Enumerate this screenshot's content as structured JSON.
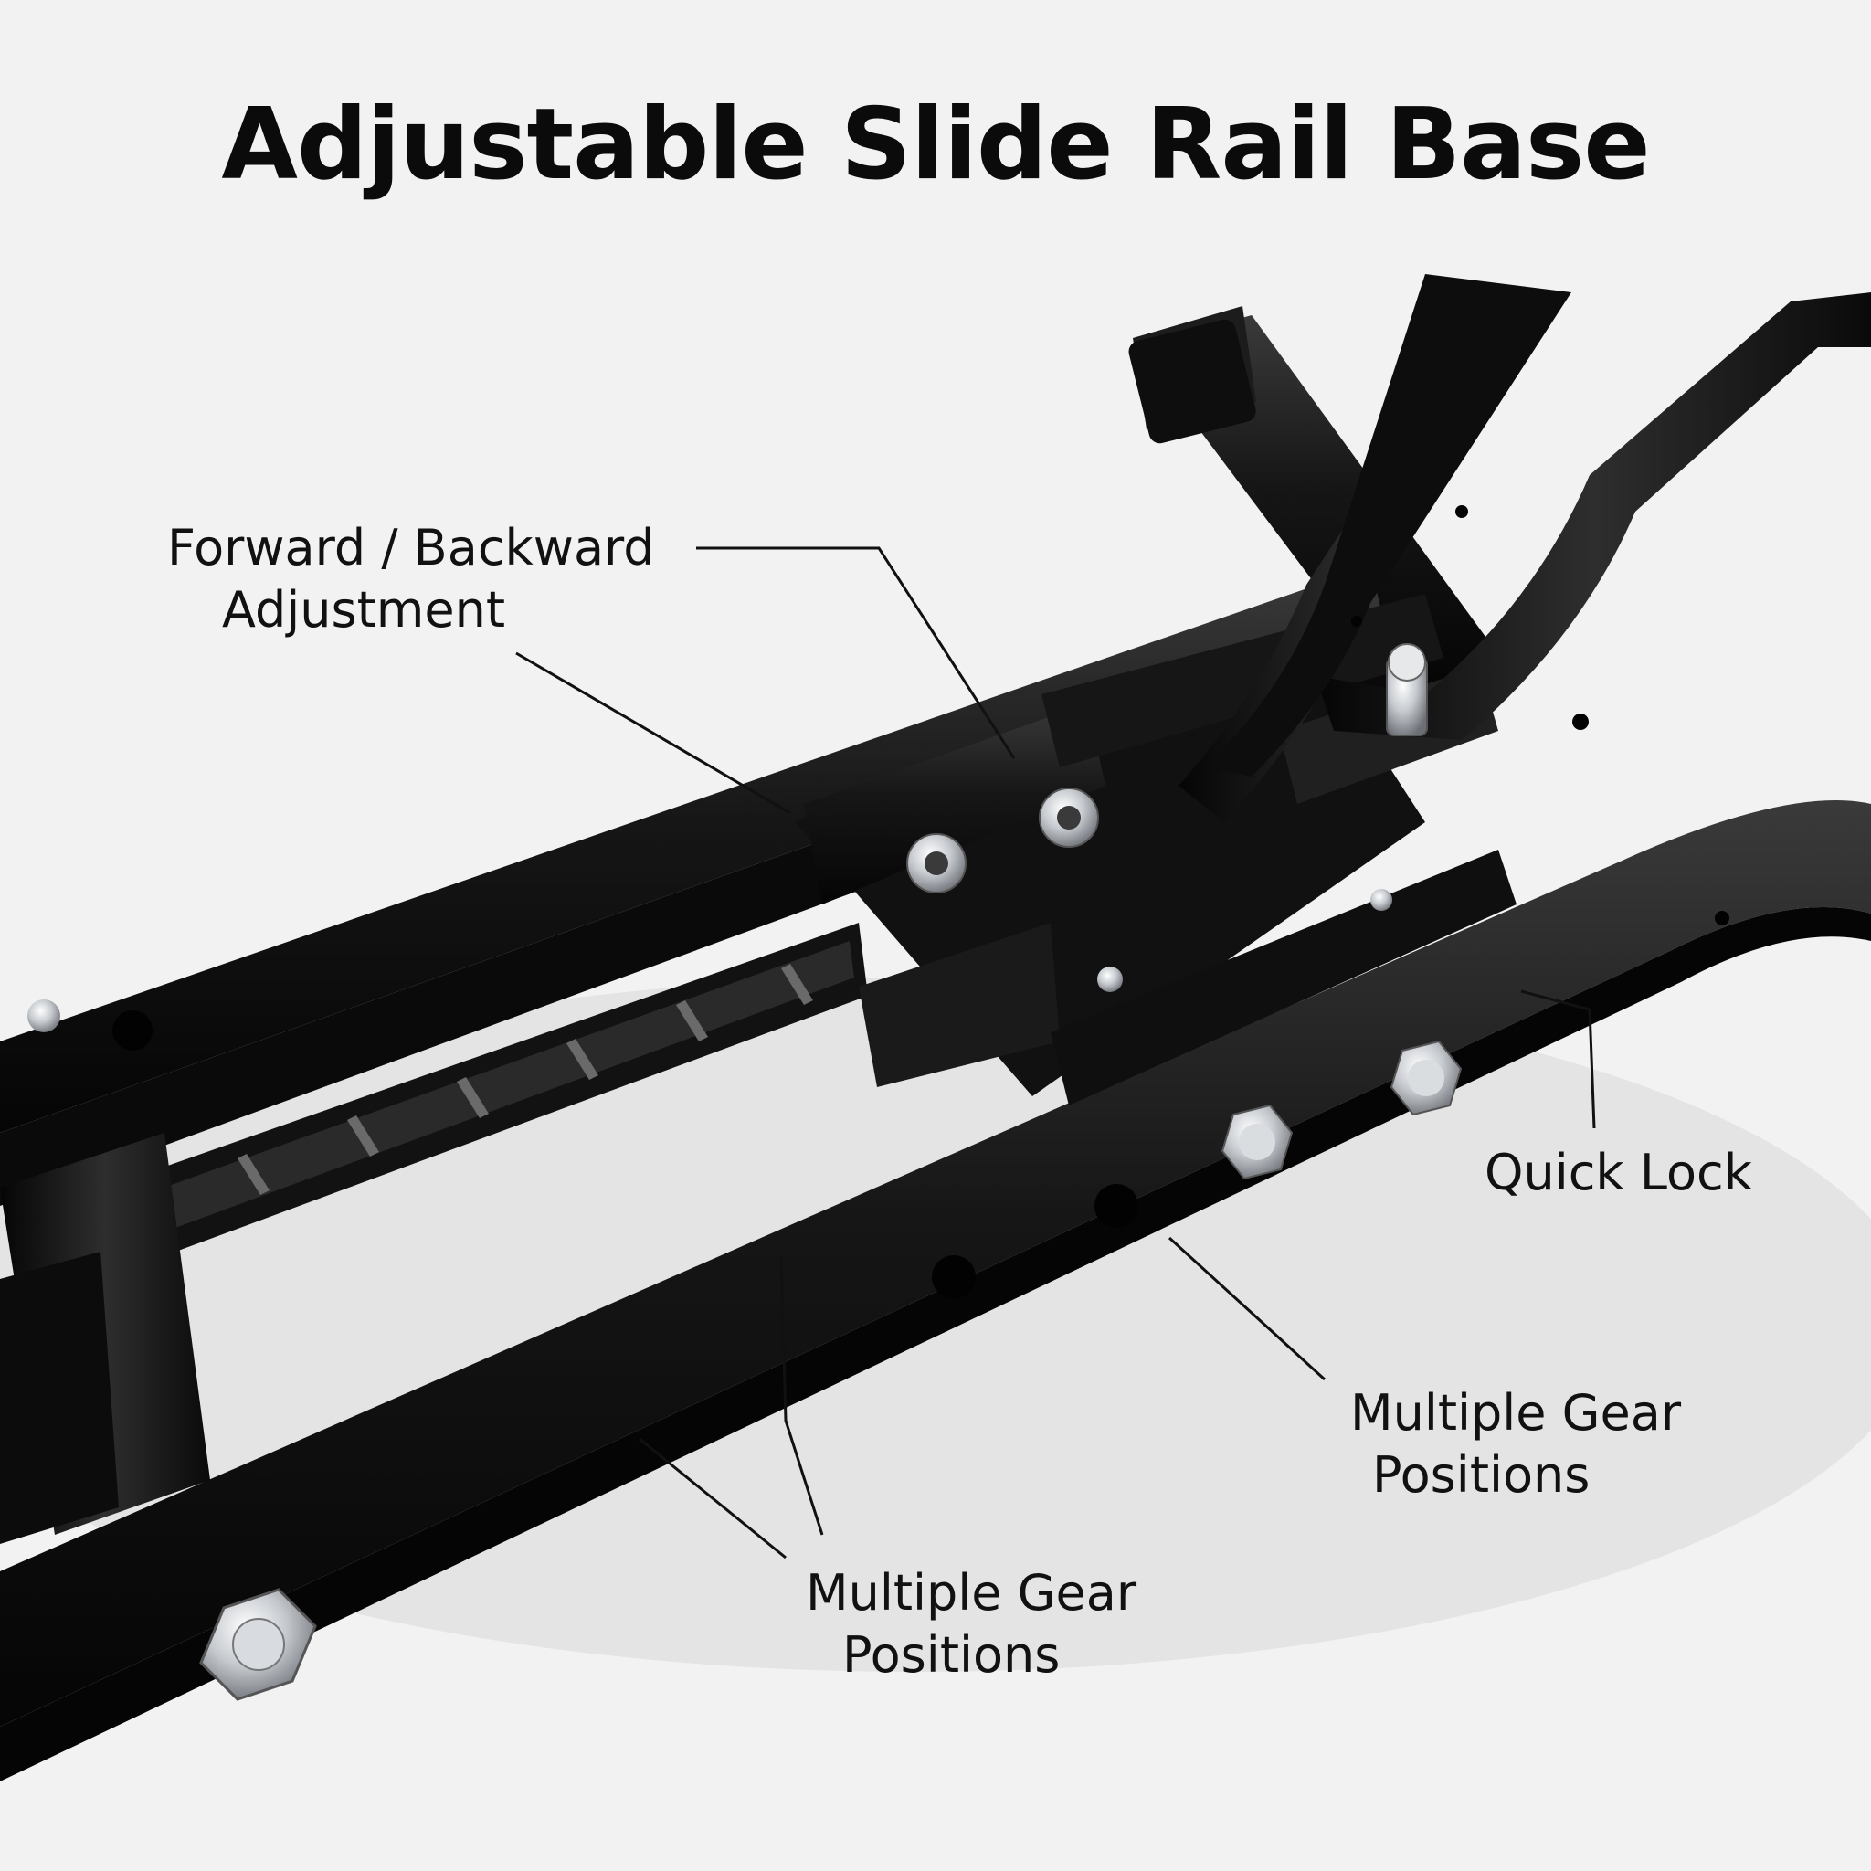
{
  "title": "Adjustable Slide Rail Base",
  "callouts": {
    "forward_backward": {
      "line1": "Forward / Backward",
      "line2": "Adjustment"
    },
    "quick_lock": {
      "line1": "Quick Lock"
    },
    "gear_right": {
      "line1": "Multiple Gear",
      "line2": "Positions"
    },
    "gear_bottom": {
      "line1": "Multiple Gear",
      "line2": "Positions"
    }
  },
  "colors": {
    "background": "#f2f2f2",
    "frame": "#141414",
    "bolt": "#c9ccd0"
  }
}
